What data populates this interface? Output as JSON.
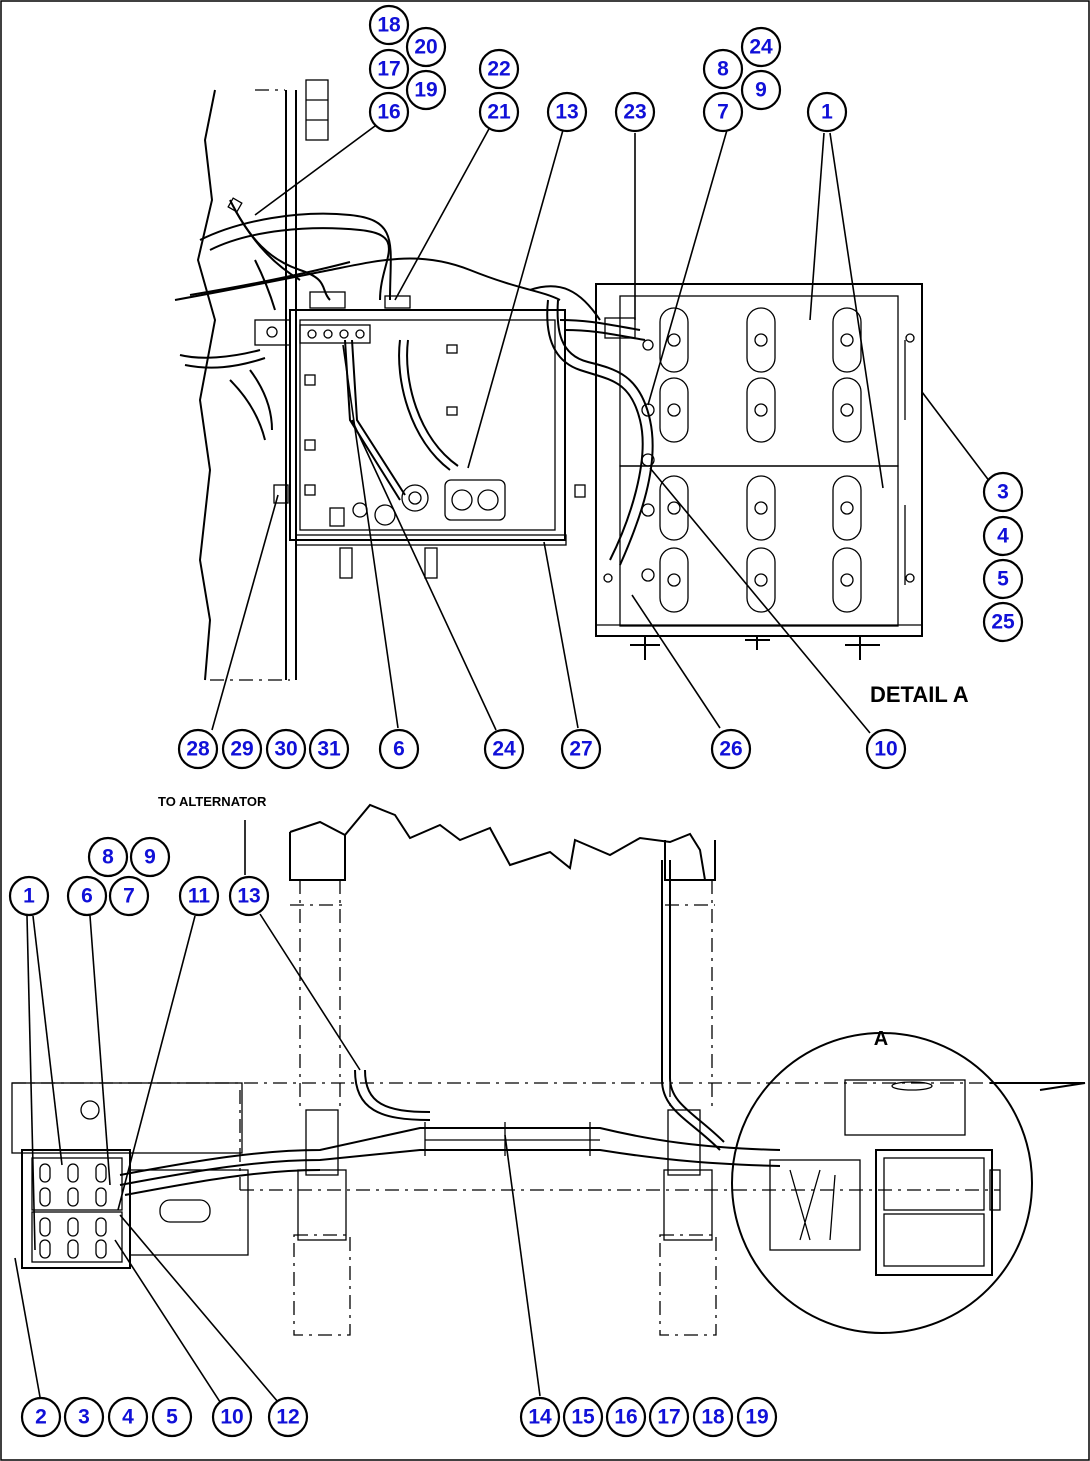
{
  "labels": {
    "detail_a": "DETAIL A",
    "to_alternator": "TO ALTERNATOR",
    "detail_marker": "A"
  },
  "callouts": {
    "c18a": "18",
    "c20a": "20",
    "c17a": "17",
    "c19a": "19",
    "c16a": "16",
    "c22a": "22",
    "c21a": "21",
    "c13a": "13",
    "c23a": "23",
    "c24a": "24",
    "c8a": "8",
    "c9a": "9",
    "c7a": "7",
    "c1a": "1",
    "c3a": "3",
    "c4a": "4",
    "c5a": "5",
    "c25a": "25",
    "c28a": "28",
    "c29a": "29",
    "c30a": "30",
    "c31a": "31",
    "c6a": "6",
    "c24b": "24",
    "c27a": "27",
    "c26a": "26",
    "c10a": "10",
    "c8b": "8",
    "c9b": "9",
    "c1b": "1",
    "c6b": "6",
    "c7b": "7",
    "c11b": "11",
    "c13b": "13",
    "c2b": "2",
    "c3b": "3",
    "c4b": "4",
    "c5b": "5",
    "c10b": "10",
    "c12b": "12",
    "c14b": "14",
    "c15b": "15",
    "c16b": "16",
    "c17b": "17",
    "c18b": "18",
    "c19b": "19"
  }
}
